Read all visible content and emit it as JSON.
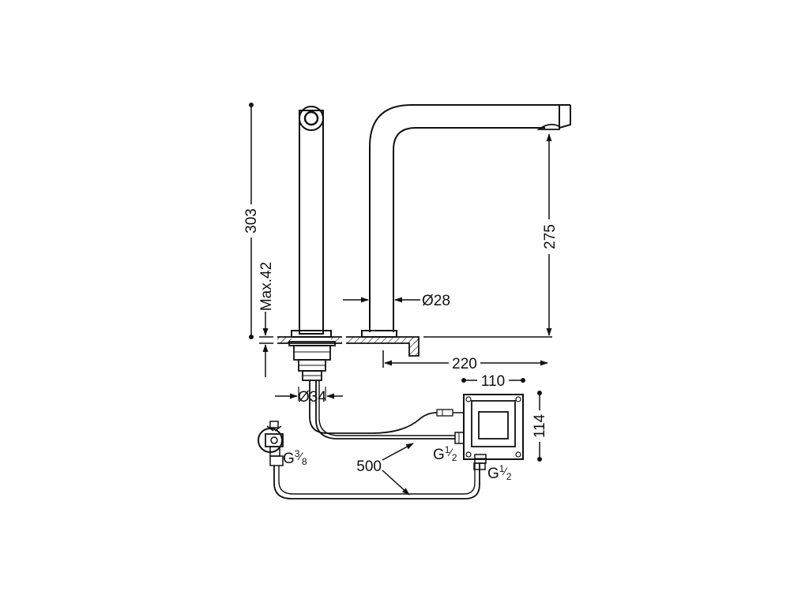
{
  "dimensions": {
    "total_height": "303",
    "max_thickness": "Max.42",
    "spout_height": "275",
    "pipe_diameter": "Ø28",
    "base_diameter": "Ø34",
    "reach": "220",
    "box_width": "110",
    "box_height": "114",
    "hose_length": "500"
  },
  "threads": {
    "valve_prefix": "G",
    "valve_num": "3",
    "valve_den": "8",
    "box_side_prefix": "G",
    "box_side_num": "1",
    "box_side_den": "2",
    "box_bottom_prefix": "G",
    "box_bottom_num": "1",
    "box_bottom_den": "2"
  }
}
